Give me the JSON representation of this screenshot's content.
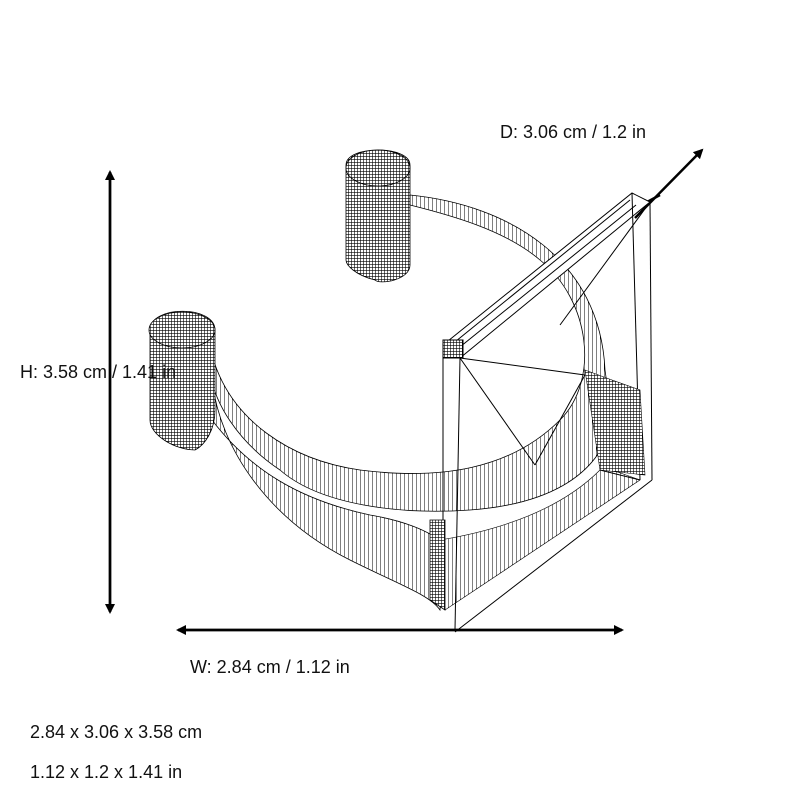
{
  "dimensions": {
    "depth_label": "D: 3.06 cm / 1.2 in",
    "height_label": "H: 3.58 cm / 1.41 in",
    "width_label": "W: 2.84 cm / 1.12 in"
  },
  "summary": {
    "cm": "2.84 x 3.06 x 3.58 cm",
    "in": "1.12 x 1.2 x 1.41 in"
  },
  "values": {
    "width_cm": 2.84,
    "depth_cm": 3.06,
    "height_cm": 3.58,
    "width_in": 1.12,
    "depth_in": 1.2,
    "height_in": 1.41
  },
  "colors": {
    "line": "#000000",
    "background": "#ffffff"
  }
}
